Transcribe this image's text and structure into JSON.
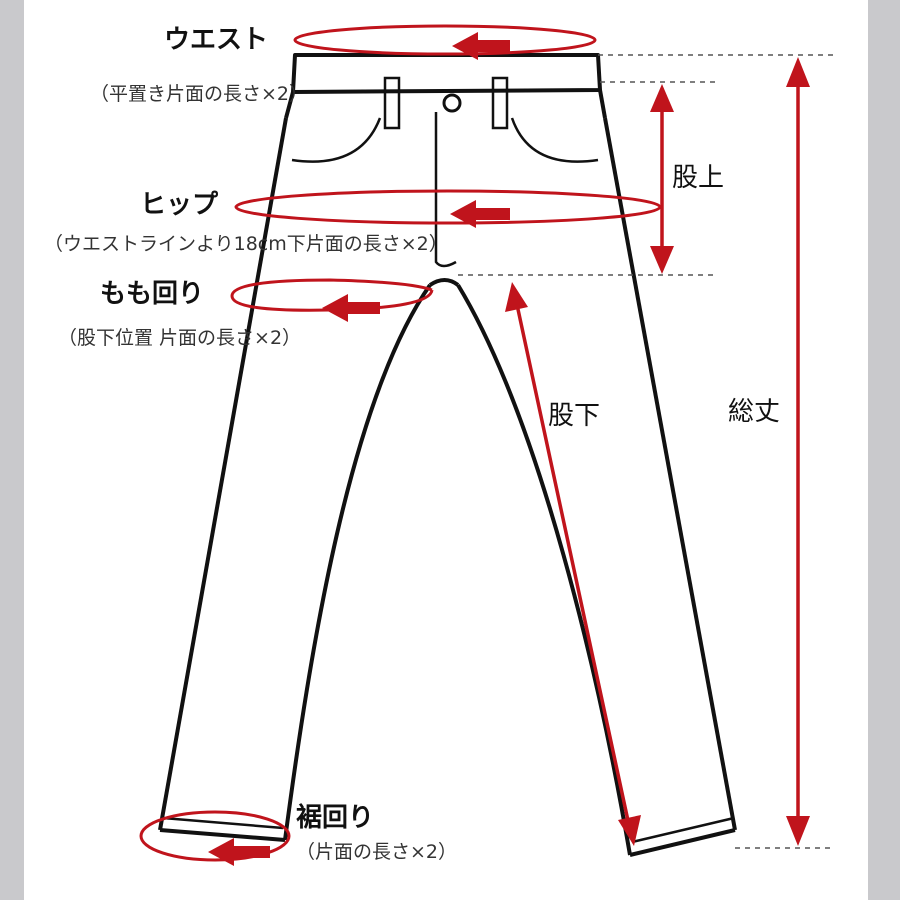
{
  "labels": {
    "waist": "ウエスト",
    "waist_note": "（平置き片面の長さ×2）",
    "hip": "ヒップ",
    "hip_note": "（ウエストラインより18cm下片面の長さ×2）",
    "thigh": "もも回り",
    "thigh_note": "（股下位置 片面の長さ×2）",
    "hem": "裾回り",
    "hem_note": "（片面の長さ×2）",
    "rise": "股上",
    "inseam": "股下",
    "total_length": "総丈"
  },
  "colors": {
    "arrow": "#c0141c",
    "outline": "#111111",
    "guide": "#555555"
  }
}
